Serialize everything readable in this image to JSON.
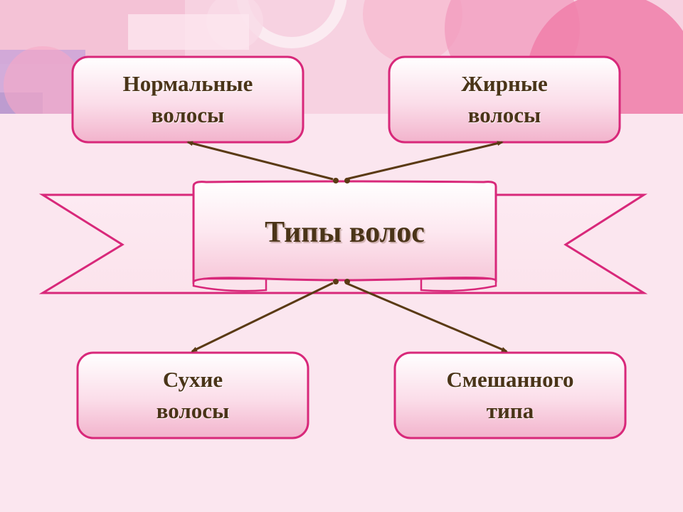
{
  "diagram": {
    "center": {
      "title": "Типы волос"
    },
    "boxes": [
      {
        "line1": "Нормальные",
        "line2": "волосы"
      },
      {
        "line1": "Жирные",
        "line2": "волосы"
      },
      {
        "line1": "Сухие",
        "line2": "волосы"
      },
      {
        "line1": "Смешанного",
        "line2": "типа"
      }
    ]
  },
  "colors": {
    "background": "#fbe6ef",
    "box_border": "#d8287a",
    "box_fill_top": "#ffffff",
    "box_fill_bottom": "#f4b7cf",
    "text": "#4a3418",
    "arrow": "#5a3a14"
  }
}
